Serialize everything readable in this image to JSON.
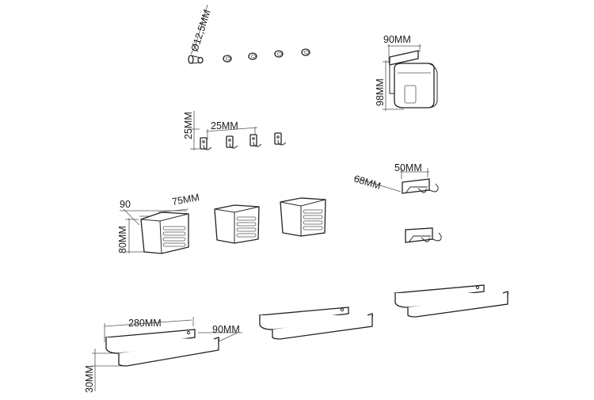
{
  "diagram": {
    "labels": {
      "hook_diameter": "Ø12,5ММ",
      "small_hook_height": "25ММ",
      "small_hook_spacing": "25ММ",
      "holder_width": "90ММ",
      "holder_height": "98ММ",
      "basket_width": "90",
      "basket_depth": "75ММ",
      "basket_height": "80ММ",
      "double_hook_width": "50ММ",
      "double_hook_depth": "68ММ",
      "shelf_length": "280ММ",
      "shelf_depth": "90ММ",
      "shelf_height": "30ММ"
    }
  }
}
